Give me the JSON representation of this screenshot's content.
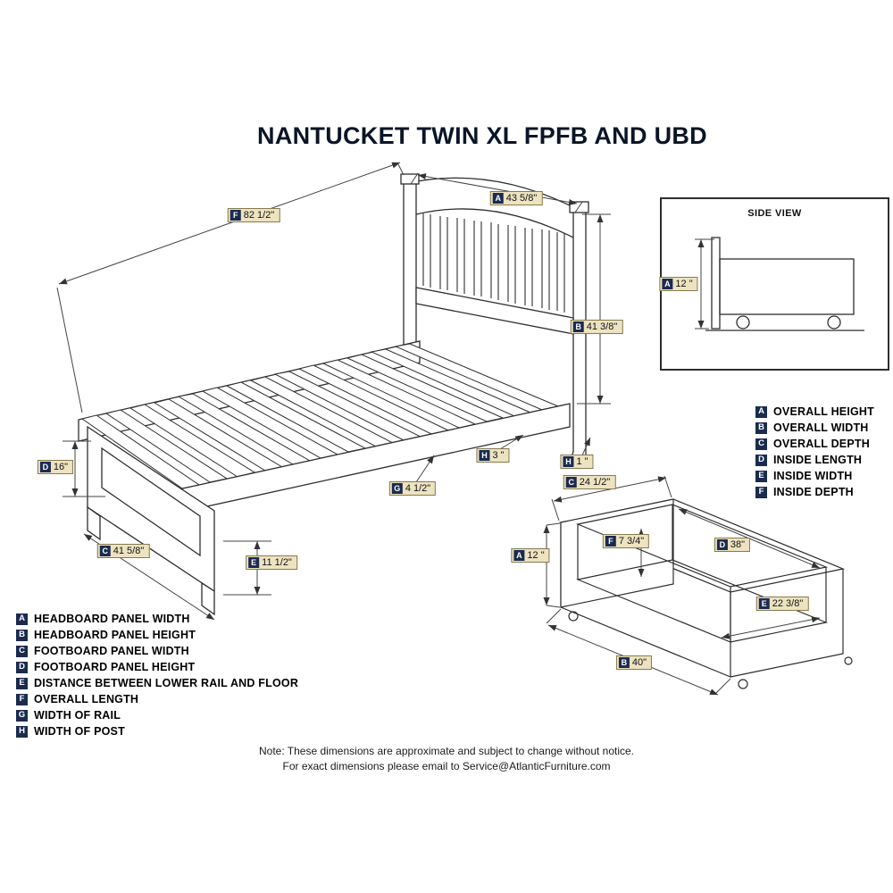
{
  "title": "NANTUCKET TWIN XL FPFB AND UBD",
  "side_view": {
    "label": "SIDE VIEW"
  },
  "dims": {
    "bed": {
      "F": {
        "letter": "F",
        "value": "82 1/2\""
      },
      "A": {
        "letter": "A",
        "value": "43 5/8\""
      },
      "B": {
        "letter": "B",
        "value": "41 3/8\""
      },
      "D": {
        "letter": "D",
        "value": "16\""
      },
      "C": {
        "letter": "C",
        "value": "41 5/8\""
      },
      "E": {
        "letter": "E",
        "value": "11 1/2\""
      },
      "G": {
        "letter": "G",
        "value": "4 1/2\""
      },
      "H_post": {
        "letter": "H",
        "value": "3 \""
      },
      "H_rail": {
        "letter": "H",
        "value": "1 \""
      }
    },
    "side": {
      "A": {
        "letter": "A",
        "value": "12 \""
      }
    },
    "drawer": {
      "C": {
        "letter": "C",
        "value": "24 1/2\""
      },
      "F": {
        "letter": "F",
        "value": "7 3/4\""
      },
      "D": {
        "letter": "D",
        "value": "38\""
      },
      "A": {
        "letter": "A",
        "value": "12 \""
      },
      "E": {
        "letter": "E",
        "value": "22 3/8\""
      },
      "B": {
        "letter": "B",
        "value": "40\""
      }
    }
  },
  "legend_bed": {
    "items": [
      {
        "letter": "A",
        "label": "HEADBOARD PANEL WIDTH"
      },
      {
        "letter": "B",
        "label": "HEADBOARD PANEL HEIGHT"
      },
      {
        "letter": "C",
        "label": "FOOTBOARD PANEL WIDTH"
      },
      {
        "letter": "D",
        "label": "FOOTBOARD PANEL HEIGHT"
      },
      {
        "letter": "E",
        "label": "DISTANCE BETWEEN LOWER RAIL AND FLOOR"
      },
      {
        "letter": "F",
        "label": "OVERALL LENGTH"
      },
      {
        "letter": "G",
        "label": "WIDTH OF RAIL"
      },
      {
        "letter": "H",
        "label": "WIDTH OF POST"
      }
    ]
  },
  "legend_drawer": {
    "items": [
      {
        "letter": "A",
        "label": "OVERALL HEIGHT"
      },
      {
        "letter": "B",
        "label": "OVERALL WIDTH"
      },
      {
        "letter": "C",
        "label": "OVERALL DEPTH"
      },
      {
        "letter": "D",
        "label": "INSIDE LENGTH"
      },
      {
        "letter": "E",
        "label": "INSIDE WIDTH"
      },
      {
        "letter": "F",
        "label": "INSIDE DEPTH"
      }
    ]
  },
  "note": {
    "line1": "Note:  These dimensions are approximate and subject to change without notice.",
    "line2": "For exact dimensions please email to Service@AtlanticFurniture.com"
  },
  "colors": {
    "badge_navy": "#1b2b50",
    "tag_fill": "#ede3c1",
    "line": "#2e2e2e"
  }
}
